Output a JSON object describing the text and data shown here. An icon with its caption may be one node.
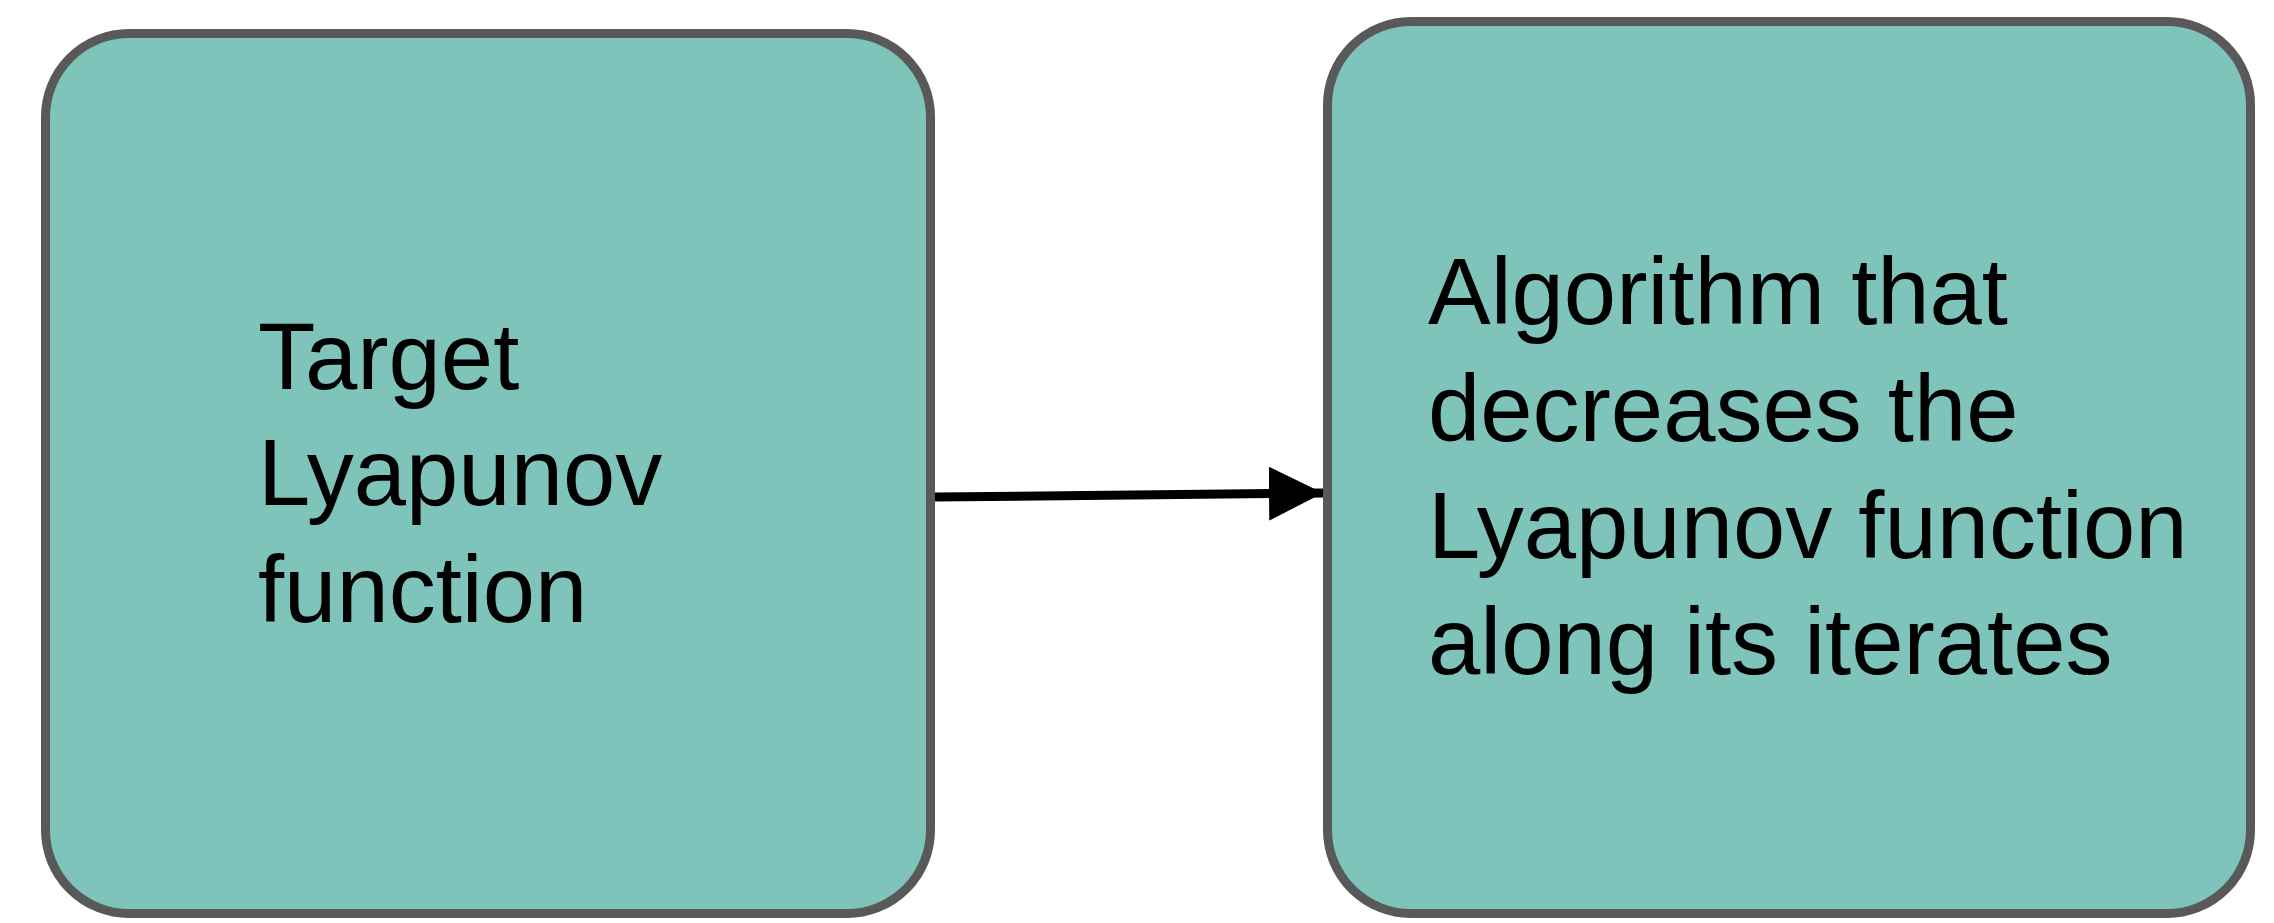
{
  "diagram": {
    "nodes": [
      {
        "text": [
          "Target Lyapunov function"
        ]
      },
      {
        "text": [
          "Algorithm that decreases the Lyapunov function along its iterates"
        ]
      }
    ],
    "edges": [
      {
        "from": 0,
        "to": 1,
        "arrow": "to"
      }
    ]
  }
}
